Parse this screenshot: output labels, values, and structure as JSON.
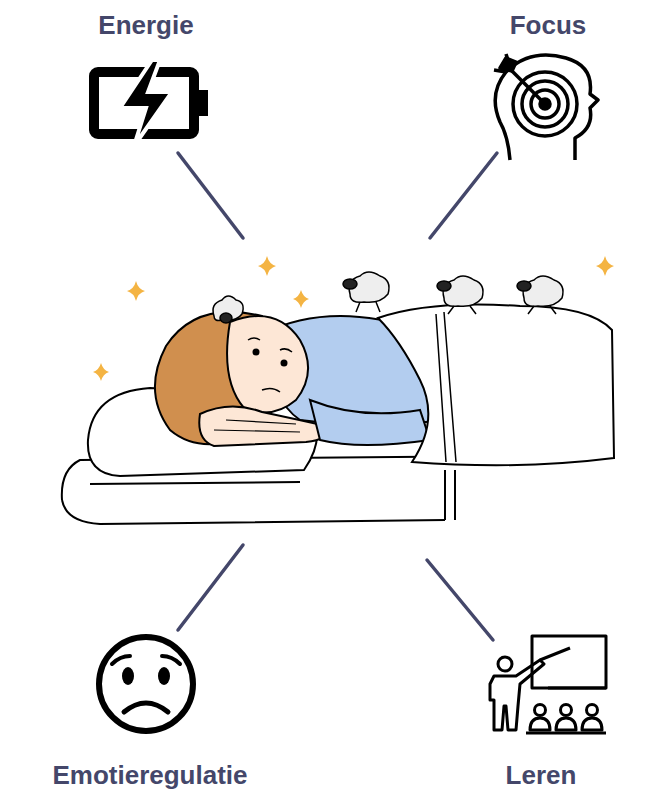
{
  "diagram": {
    "labels": [
      "Energie",
      "Focus",
      "Emotieregulatie",
      "Leren"
    ]
  }
}
